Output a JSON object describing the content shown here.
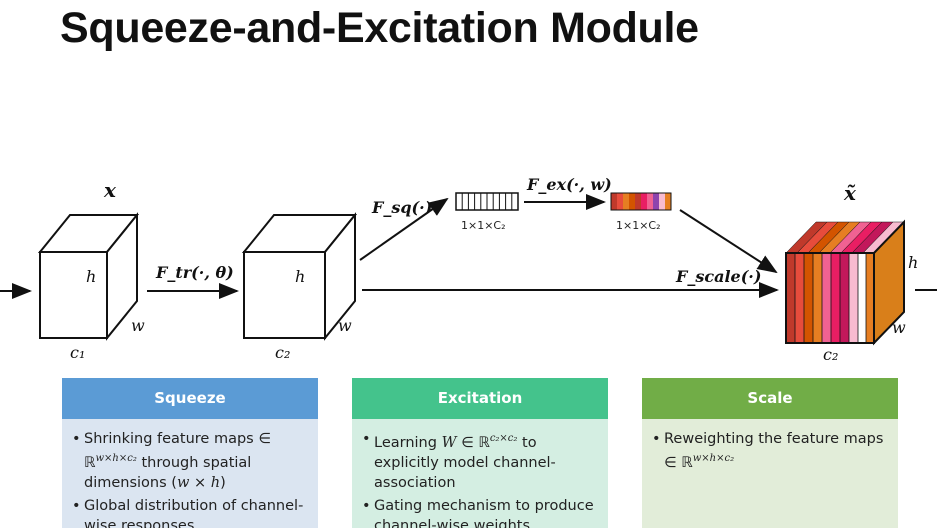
{
  "title": "Squeeze-and-Excitation Module",
  "labels": {
    "x": "x",
    "x_tilde": "x̃",
    "h": "h",
    "w": "w",
    "c1": "c₁",
    "c2": "c₂",
    "f_tr": "F_tr(·, θ)",
    "f_sq": "F_sq(·)",
    "f_ex": "F_ex(·, w)",
    "f_scale": "F_scale(·)",
    "vec_dim": "1×1×C₂"
  },
  "colors": {
    "squeeze_header": "#5b9bd5",
    "excitation_header": "#44c38c",
    "scale_header": "#71ad47",
    "excitation_vector": [
      "#c0392b",
      "#e74c3c",
      "#e67e22",
      "#d35400",
      "#c0392b",
      "#e91e63",
      "#f06292",
      "#8e44ad",
      "#f8bbd0",
      "#e67e22"
    ],
    "output_slices": [
      "#c0392b",
      "#e74c3c",
      "#d35400",
      "#e67e22",
      "#f06292",
      "#e91e63",
      "#c2185b",
      "#f8bbd0",
      "#ffffff",
      "#e67e22"
    ]
  },
  "cards": [
    {
      "title": "Squeeze",
      "bullets": [
        "Shrinking feature maps ∈ ℝ^(w×h×c₂) through spatial dimensions (w × h)",
        "Global distribution of channel-wise responses"
      ]
    },
    {
      "title": "Excitation",
      "bullets": [
        "Learning W ∈ ℝ^(c₂×c₂) to explicitly model channel-association",
        "Gating mechanism to produce channel-wise weights"
      ]
    },
    {
      "title": "Scale",
      "bullets": [
        "Reweighting the feature maps ∈ ℝ^(w×h×c₂)"
      ]
    }
  ]
}
